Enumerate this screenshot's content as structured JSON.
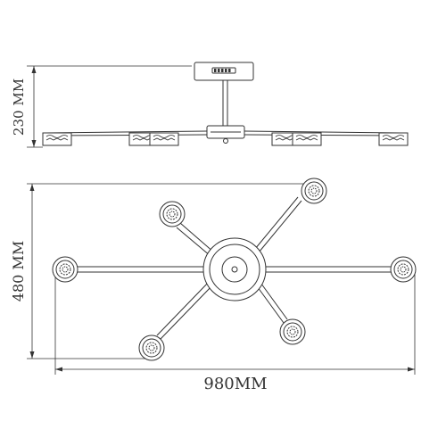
{
  "dimensions": {
    "height_side": "230 MM",
    "height_top": "480 MM",
    "width_top": "980MM"
  },
  "colors": {
    "line": "#333333",
    "background": "#ffffff"
  }
}
